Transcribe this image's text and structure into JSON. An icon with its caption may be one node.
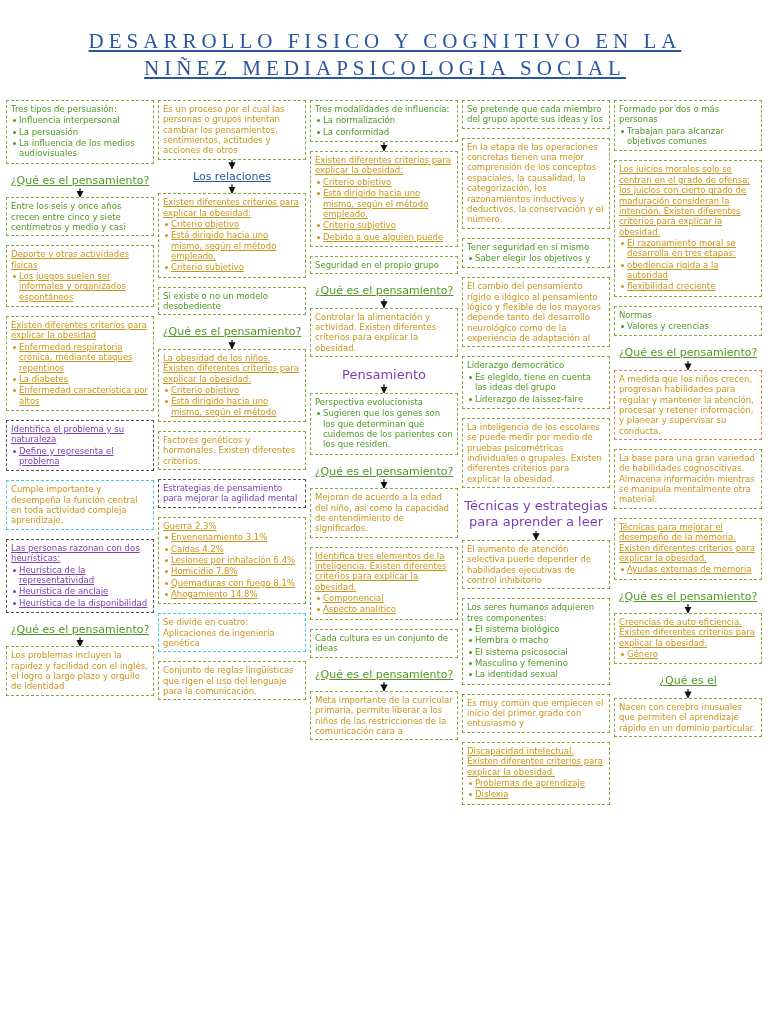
{
  "diagram": {
    "title": "DESARROLLO FISICO Y COGNITIVO EN LA NIÑEZ MEDIAPSICOLOGIA SOCIAL",
    "nodes": [
      {
        "text": [
          "Tres tipos de persuasión:",
          "Influencia interpersonal",
          "La persuasión",
          "La influencia de los medios audiovisuales"
        ]
      },
      {
        "text": [
          "¿Qué es el pensamiento?"
        ]
      },
      {
        "text": [
          "Entre los seis y once años crecen entre cinco y siete centímetros y medio y casi"
        ]
      },
      {
        "text": [
          "Deporte y otras actividades físicas",
          "Los juegos suelen ser informales y organizados espontáneos"
        ]
      },
      {
        "text": [
          "Existen diferentes criterios para explicar la obesidad",
          "Enfermedad respiratoria crónica, mediante ataques repentinos",
          "La diabetes",
          "Enfermedad característica por altos"
        ]
      },
      {
        "text": [
          "Identifica el problema y su naturaleza",
          "Define y representa el problema"
        ]
      },
      {
        "text": [
          "Cumple importante y desempeña la función central en toda actividad compleja aprendizaje."
        ]
      },
      {
        "text": [
          "Las personas razonan con dos heurísticas:",
          "Heurística de la representatividad",
          "Heurística de anclaje",
          "Heurística de la disponibilidad"
        ]
      },
      {
        "text": [
          "¿Qué es el pensamiento?"
        ]
      },
      {
        "text": [
          "Los problemas incluyen la rapidez y facilidad con el inglés, el logro a largo plazo y orgullo de identidad"
        ]
      },
      {
        "text": [
          "Es un proceso por el cual las personas o grupos intentan cambiar los pensamientos, sentimientos, actitudes y acciones de otros"
        ]
      },
      {
        "text": [
          "Los relaciones"
        ]
      },
      {
        "text": [
          "Existen diferentes criterios para explicar la obesidad:",
          "Criterio objetivo",
          "Está dirigido hacia uno mismo, según el método empleado.",
          "Criterio subjetivo"
        ]
      },
      {
        "text": [
          "Si existe o no un modelo desobediente"
        ]
      },
      {
        "text": [
          "¿Qué es el pensamiento?"
        ]
      },
      {
        "text": [
          "La obesidad de los niños. Existen diferentes criterios para explicar la obesidad.",
          "Criterio objetivo",
          "Está dirigido hacia uno mismo, según el método"
        ]
      },
      {
        "text": [
          "Factores genéticos y hormonales. Existen diferentes criterios."
        ]
      },
      {
        "text": [
          "Estrategias de pensamiento para mejorar la agilidad mental"
        ]
      },
      {
        "text": [
          "Guerra 2.3%",
          "Envenenamiento 3.1%",
          "Caídas 4.2%",
          "Lesiones por inhalación 6.4%",
          "Homicidio 7.8%",
          "Quemaduras con fuego 8.1%",
          "Ahogamiento 14.8%"
        ]
      },
      {
        "text": [
          "Se divide en cuatro: Aplicaciones de ingeniería genética"
        ]
      },
      {
        "text": [
          "Conjunto de reglas lingüísticas que rigen el uso del lenguaje para la comunicación."
        ]
      },
      {
        "text": [
          "Tres modalidades de influencia:",
          "La normalización",
          "La conformidad"
        ]
      },
      {
        "text": [
          "Existen diferentes criterios para explicar la obesidad:",
          "Criterio objetivo",
          "Está dirigido hacia uno mismo, según el método empleado.",
          "Criterio subjetivo",
          "Debido a que alguien puede"
        ]
      },
      {
        "text": [
          "Seguridad en el propio grupo"
        ]
      },
      {
        "text": [
          "¿Qué es el pensamiento?"
        ]
      },
      {
        "text": [
          "Controlar la alimentación y actividad. Existen diferentes criterios para explicar la obesidad."
        ]
      },
      {
        "text": [
          "Pensamiento"
        ]
      },
      {
        "text": [
          "Perspectiva evolucionista",
          "Sugieren que los genes son los que determinan que cuidemos de los parientes con los que residen."
        ]
      },
      {
        "text": [
          "¿Qué es el pensamiento?"
        ]
      },
      {
        "text": [
          "Mejoran de acuerdo a la edad del niño, así como la capacidad de entendimiento de significados."
        ]
      },
      {
        "text": [
          "Identifica tres elementos de la inteligencia. Existen diferentes criterios para explicar la obesidad.",
          "Componencial",
          "Aspecto analítico"
        ]
      },
      {
        "text": [
          "Cada cultura es un conjunto de ideas"
        ]
      },
      {
        "text": [
          "¿Qué es el pensamiento?"
        ]
      },
      {
        "text": [
          "Meta importante de la curricular primaria, permite liberar a los niños de las restricciones de la comunicación cara a"
        ]
      },
      {
        "text": [
          "Se pretende que cada miembro del grupo aporte sus ideas y los"
        ]
      },
      {
        "text": [
          "En la etapa de las operaciones concretas tienen una mejor comprensión de los conceptos espaciales, la causalidad, la categorización, los razonamientos inductivos y deductivos, la conservación y el número."
        ]
      },
      {
        "text": [
          "Tener seguridad en sí mismo",
          "Saber elegir los objetivos y"
        ]
      },
      {
        "text": [
          "El cambio del pensamiento rígido e ilógico al pensamiento lógico y flexible de los mayores depende tanto del desarrollo neurológico como de la experiencia de adaptación al"
        ]
      },
      {
        "text": [
          "Liderazgo democrático",
          "Es elegido, tiene en cuenta las ideas del grupo",
          "Liderazgo de laissez-faire"
        ]
      },
      {
        "text": [
          "La inteligencia de los escolares se puede medir por medio de pruebas psicométricas individuales o grupales. Existen diferentes criterios para explicar la obesidad."
        ]
      },
      {
        "text": [
          "Técnicas y estrategias para aprender a leer"
        ]
      },
      {
        "text": [
          "El aumento de atención selectiva puede depender de habilidades ejecutivas de control inhibitorio"
        ]
      },
      {
        "text": [
          "Los seres humanos adquieren tres componentes:",
          "El sistema biológico",
          "Hembra o macho",
          "El sistema psicosocial",
          "Masculino y femenino",
          "La identidad sexual"
        ]
      },
      {
        "text": [
          "Es muy común que empiecen el inicio del primer grado con entusiasmo y"
        ]
      },
      {
        "text": [
          "Discapacidad intelectual. Existen diferentes criterios para explicar la obesidad.",
          "Problemas de aprendizaje",
          "Dislexia"
        ]
      },
      {
        "text": [
          "Formado por dos o más personas",
          "Trabajan para alcanzar objetivos comunes"
        ]
      },
      {
        "text": [
          "Los juicios morales solo se centran en el grado de ofensa; los juicios con cierto grado de maduración consideran la intención. Existen diferentes criterios para explicar la obesidad.",
          "El razonamiento moral se desarrolla en tres etapas:",
          "obediencia rígida a la autoridad",
          "flexibilidad creciente"
        ]
      },
      {
        "text": [
          "Normas",
          "Valores y creencias"
        ]
      },
      {
        "text": [
          "¿Qué es el pensamiento?"
        ]
      },
      {
        "text": [
          "A medida que los niños crecen, progresan habilidades para regular y mantener la atención, procesar y retener información, y planear y supervisar su conducta."
        ]
      },
      {
        "text": [
          "La base para una gran variedad de habilidades cognoscitivas. Almacena información mientras se manipula mentalmente otra material."
        ]
      },
      {
        "text": [
          "Técnicas para mejorar el desempeño de la memoria. Existen diferentes criterios para explicar la obesidad.",
          "Ayudas externas de memoria"
        ]
      },
      {
        "text": [
          "¿Qué es el pensamiento?"
        ]
      },
      {
        "text": [
          "Creencias de auto eficiencia. Existen diferentes criterios para explicar la obesidad.",
          "Género"
        ]
      },
      {
        "text": [
          "¿Qué es el"
        ]
      },
      {
        "text": [
          "Nacen con cerebro inusuales que permiten el aprendizaje rápido en un dominio particular."
        ]
      }
    ],
    "edges": [
      {
        "from": 1,
        "to": 2,
        "arrow": "to"
      },
      {
        "from": 8,
        "to": 9,
        "arrow": "to"
      },
      {
        "from": 10,
        "to": 11,
        "arrow": "to"
      },
      {
        "from": 11,
        "to": 12,
        "arrow": "to"
      },
      {
        "from": 14,
        "to": 15,
        "arrow": "to"
      },
      {
        "from": 21,
        "to": 22,
        "arrow": "to"
      },
      {
        "from": 24,
        "to": 25,
        "arrow": "to"
      },
      {
        "from": 26,
        "to": 27,
        "arrow": "to"
      },
      {
        "from": 28,
        "to": 29,
        "arrow": "to"
      },
      {
        "from": 32,
        "to": 33,
        "arrow": "to"
      },
      {
        "from": 40,
        "to": 41,
        "arrow": "to"
      },
      {
        "from": 48,
        "to": 49,
        "arrow": "to"
      },
      {
        "from": 52,
        "to": 53,
        "arrow": "to"
      },
      {
        "from": 54,
        "to": 55,
        "arrow": "to"
      }
    ]
  }
}
